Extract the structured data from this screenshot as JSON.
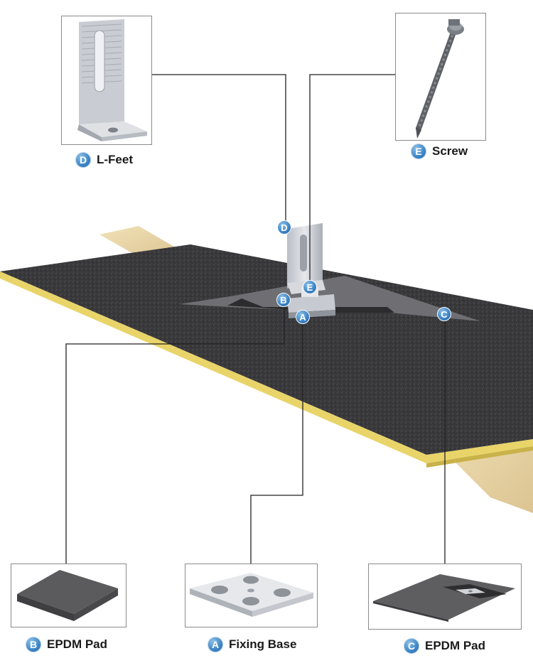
{
  "colors": {
    "badge": "#3a82c4",
    "shingle": "#3a3a3c",
    "felt": "#e9d46a",
    "wood": "#e8d6a8",
    "metal": "#c9ccd2",
    "leader": "#222222"
  },
  "parts": {
    "D": {
      "letter": "D",
      "label": "L-Feet"
    },
    "E": {
      "letter": "E",
      "label": "Screw"
    },
    "B": {
      "letter": "B",
      "label": "EPDM Pad"
    },
    "A": {
      "letter": "A",
      "label": "Fixing Base"
    },
    "C": {
      "letter": "C",
      "label": "EPDM Pad"
    }
  }
}
